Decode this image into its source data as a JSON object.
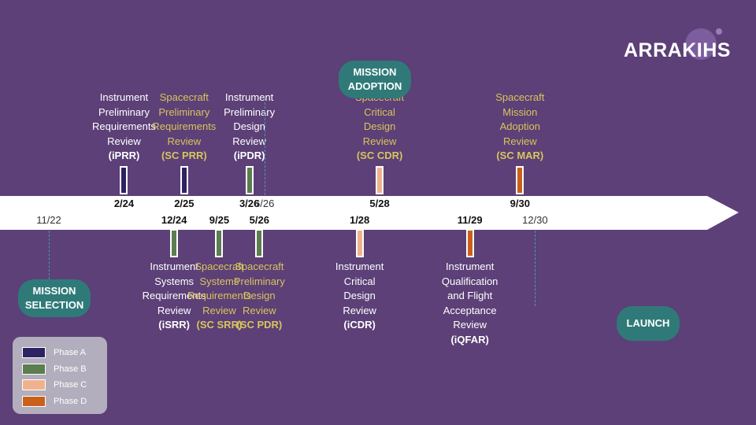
{
  "brand": {
    "name": "ARRAKIHS"
  },
  "colors": {
    "background": "#5c4077",
    "phase_a": "#2c2462",
    "phase_b": "#5b7d4f",
    "phase_c": "#f0b28e",
    "phase_d": "#c9611c",
    "milestone_pill": "#2f7a78",
    "spacecraft_text": "#d9c45c",
    "instrument_text": "#ffffff"
  },
  "milestones": [
    {
      "id": "iprr",
      "date": "2/24",
      "phase": "A",
      "side": "above",
      "label": "Instrument Preliminary Requirements Review",
      "abbr": "(iPRR)"
    },
    {
      "id": "isrr",
      "date": "12/24",
      "phase": "B",
      "side": "below",
      "label": "Instrument Systems Requirements Review",
      "abbr": "(iSRR)"
    },
    {
      "id": "scprr",
      "date": "2/25",
      "phase": "A",
      "side": "above",
      "label": "Spacecraft Preliminary Requirements Review",
      "abbr": "(SC PRR)"
    },
    {
      "id": "scsrr",
      "date": "9/25",
      "phase": "B",
      "side": "below",
      "label": "Spacecraft Systems Requirements Review",
      "abbr": "(SC SRR)"
    },
    {
      "id": "ipdr",
      "date": "3/26",
      "phase": "B",
      "side": "above",
      "label": "Instrument Preliminary Design Review",
      "abbr": "(iPDR)"
    },
    {
      "id": "scpdr",
      "date": "5/26",
      "phase": "B",
      "side": "below",
      "label": "Spacecraft Preliminary Design Review",
      "abbr": "(SC PDR)"
    },
    {
      "id": "icdr",
      "date": "1/28",
      "phase": "C",
      "side": "below",
      "label": "Instrument Critical Design Review",
      "abbr": "(iCDR)"
    },
    {
      "id": "sccdr",
      "date": "5/28",
      "phase": "C",
      "side": "above",
      "label": "Spacecraft Critical Design Review",
      "abbr": "(SC CDR)"
    },
    {
      "id": "iqfar",
      "date": "11/29",
      "phase": "D",
      "side": "below",
      "label": "Instrument Qualification and Flight Acceptance Review",
      "abbr": "(iQFAR)"
    },
    {
      "id": "scmar",
      "date": "9/30",
      "phase": "D",
      "side": "above",
      "label": "Spacecraft Mission Adoption Review",
      "abbr": "(SC MAR)"
    }
  ],
  "key_events": [
    {
      "id": "selection",
      "date": "11/22",
      "label": "MISSION SELECTION"
    },
    {
      "id": "adoption",
      "date": "6/26",
      "label": "MISSION ADOPTION"
    },
    {
      "id": "launch",
      "date": "12/30",
      "label": "LAUNCH"
    }
  ],
  "legend": [
    {
      "phase": "A",
      "label": "Phase A"
    },
    {
      "phase": "B",
      "label": "Phase B"
    },
    {
      "phase": "C",
      "label": "Phase C"
    },
    {
      "phase": "D",
      "label": "Phase D"
    }
  ]
}
